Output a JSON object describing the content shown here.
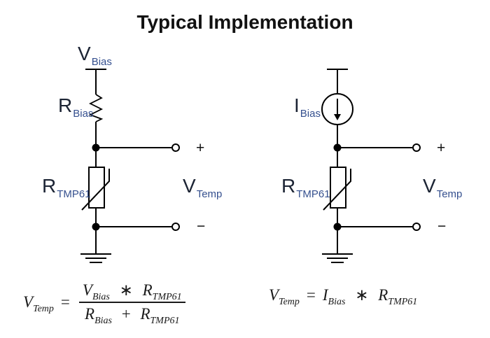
{
  "title": "Typical Implementation",
  "colors": {
    "wire": "#000000",
    "label_main": "#1c2434",
    "label_sub": "#35508f",
    "formula_text": "#1a1a1a",
    "background": "#ffffff"
  },
  "left_circuit": {
    "supply_label": {
      "main": "V",
      "sub": "Bias"
    },
    "resistor_label": {
      "main": "R",
      "sub": "Bias"
    },
    "thermistor_label": {
      "main": "R",
      "sub": "TMP61"
    },
    "output_label": {
      "main": "V",
      "sub": "Temp"
    },
    "plus_terminal": "+",
    "minus_terminal": "−"
  },
  "right_circuit": {
    "source_label": {
      "main": "I",
      "sub": "Bias"
    },
    "thermistor_label": {
      "main": "R",
      "sub": "TMP61"
    },
    "output_label": {
      "main": "V",
      "sub": "Temp"
    },
    "plus_terminal": "+",
    "minus_terminal": "−"
  },
  "formulas": {
    "left": {
      "lhs": {
        "main": "V",
        "sub": "Temp"
      },
      "equals": "=",
      "numerator": {
        "a_main": "V",
        "a_sub": "Bias",
        "operator": "∗",
        "b_main": "R",
        "b_sub": "TMP61"
      },
      "denominator": {
        "a_main": "R",
        "a_sub": "Bias",
        "operator": "+",
        "b_main": "R",
        "b_sub": "TMP61"
      }
    },
    "right": {
      "lhs": {
        "main": "V",
        "sub": "Temp"
      },
      "equals": "=",
      "rhs": {
        "a_main": "I",
        "a_sub": "Bias",
        "operator": "∗",
        "b_main": "R",
        "b_sub": "TMP61"
      }
    }
  }
}
